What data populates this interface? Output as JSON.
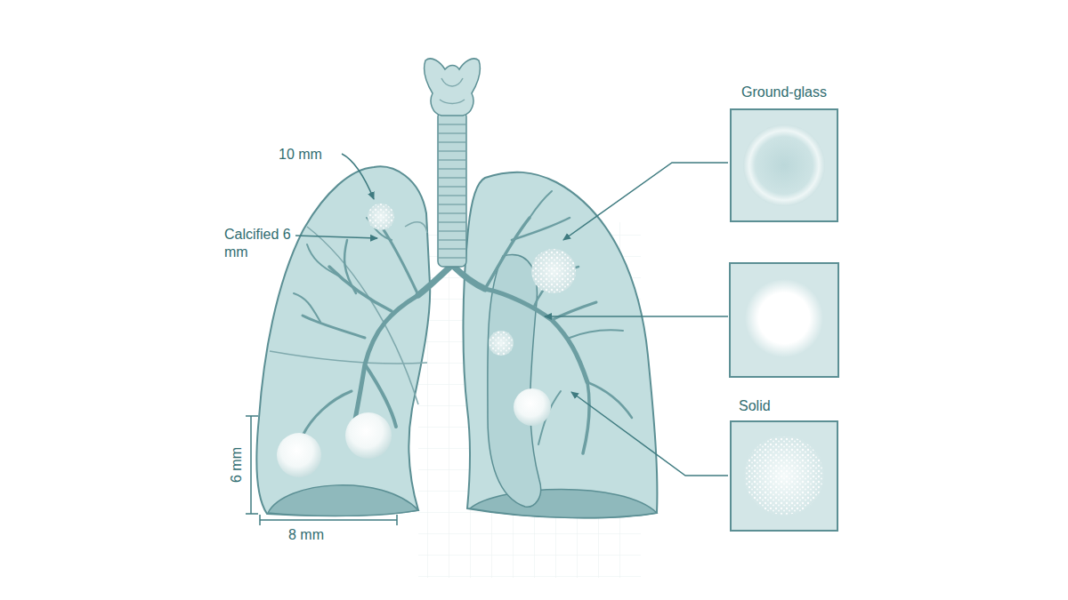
{
  "diagram": {
    "nodes": [
      {
        "text": [
          "Ground-glass"
        ]
      },
      {
        "text": [
          "Solid"
        ]
      }
    ],
    "labels": [
      "10 mm",
      "Calcified 6 mm",
      "6 mm",
      "8 mm"
    ]
  }
}
